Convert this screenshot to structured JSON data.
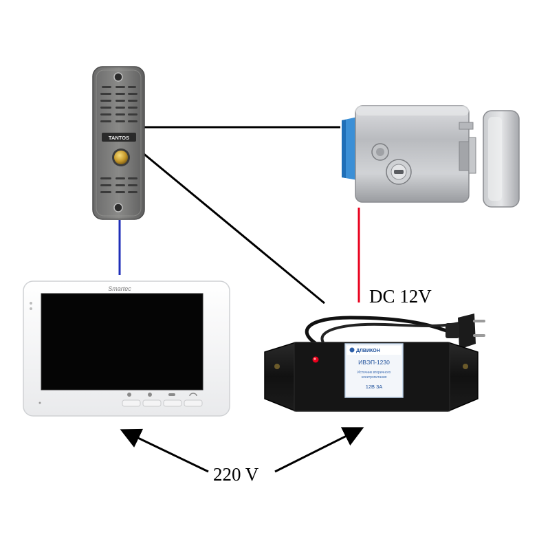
{
  "labels": {
    "dc_voltage": "DC 12V",
    "ac_voltage": "220 V"
  },
  "devices": {
    "call_panel": {
      "brand": "TANTOS"
    },
    "monitor": {
      "brand": "Smartec"
    },
    "power_supply": {
      "brand": "ДЛВИКОН",
      "model": "ИВЭП-1230",
      "description_line1": "Источник вторичного",
      "description_line2": "электропитания",
      "rating": "12В 3А"
    }
  },
  "colors": {
    "signal_wire": "#000000",
    "video_wire": "#1f2fb8",
    "power_wire": "#e8001c",
    "arrow": "#000000"
  },
  "icons": [
    "call-panel-icon",
    "electric-lock-icon",
    "video-monitor-icon",
    "power-supply-icon"
  ]
}
